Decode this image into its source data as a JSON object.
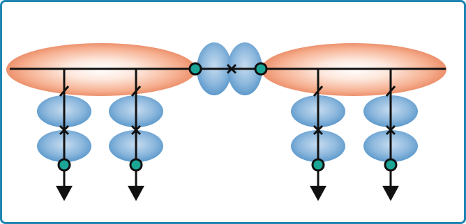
{
  "diagram": {
    "colors": {
      "border": "#1f86b3",
      "background": "#ffffff",
      "orange_lobe_center": "#ffffff",
      "orange_lobe_mid": "#f8c3a7",
      "orange_lobe_edge": "#e26f45",
      "blue_lobe_center": "#b8d4ec",
      "blue_lobe_mid": "#7fb0d8",
      "blue_lobe_edge": "#4f8fc7",
      "line": "#111111",
      "node_fill": "#1aa596",
      "node_stroke": "#111111"
    },
    "icons": [
      "cross-mark",
      "slash-mark",
      "arrow-down",
      "green-node"
    ]
  }
}
